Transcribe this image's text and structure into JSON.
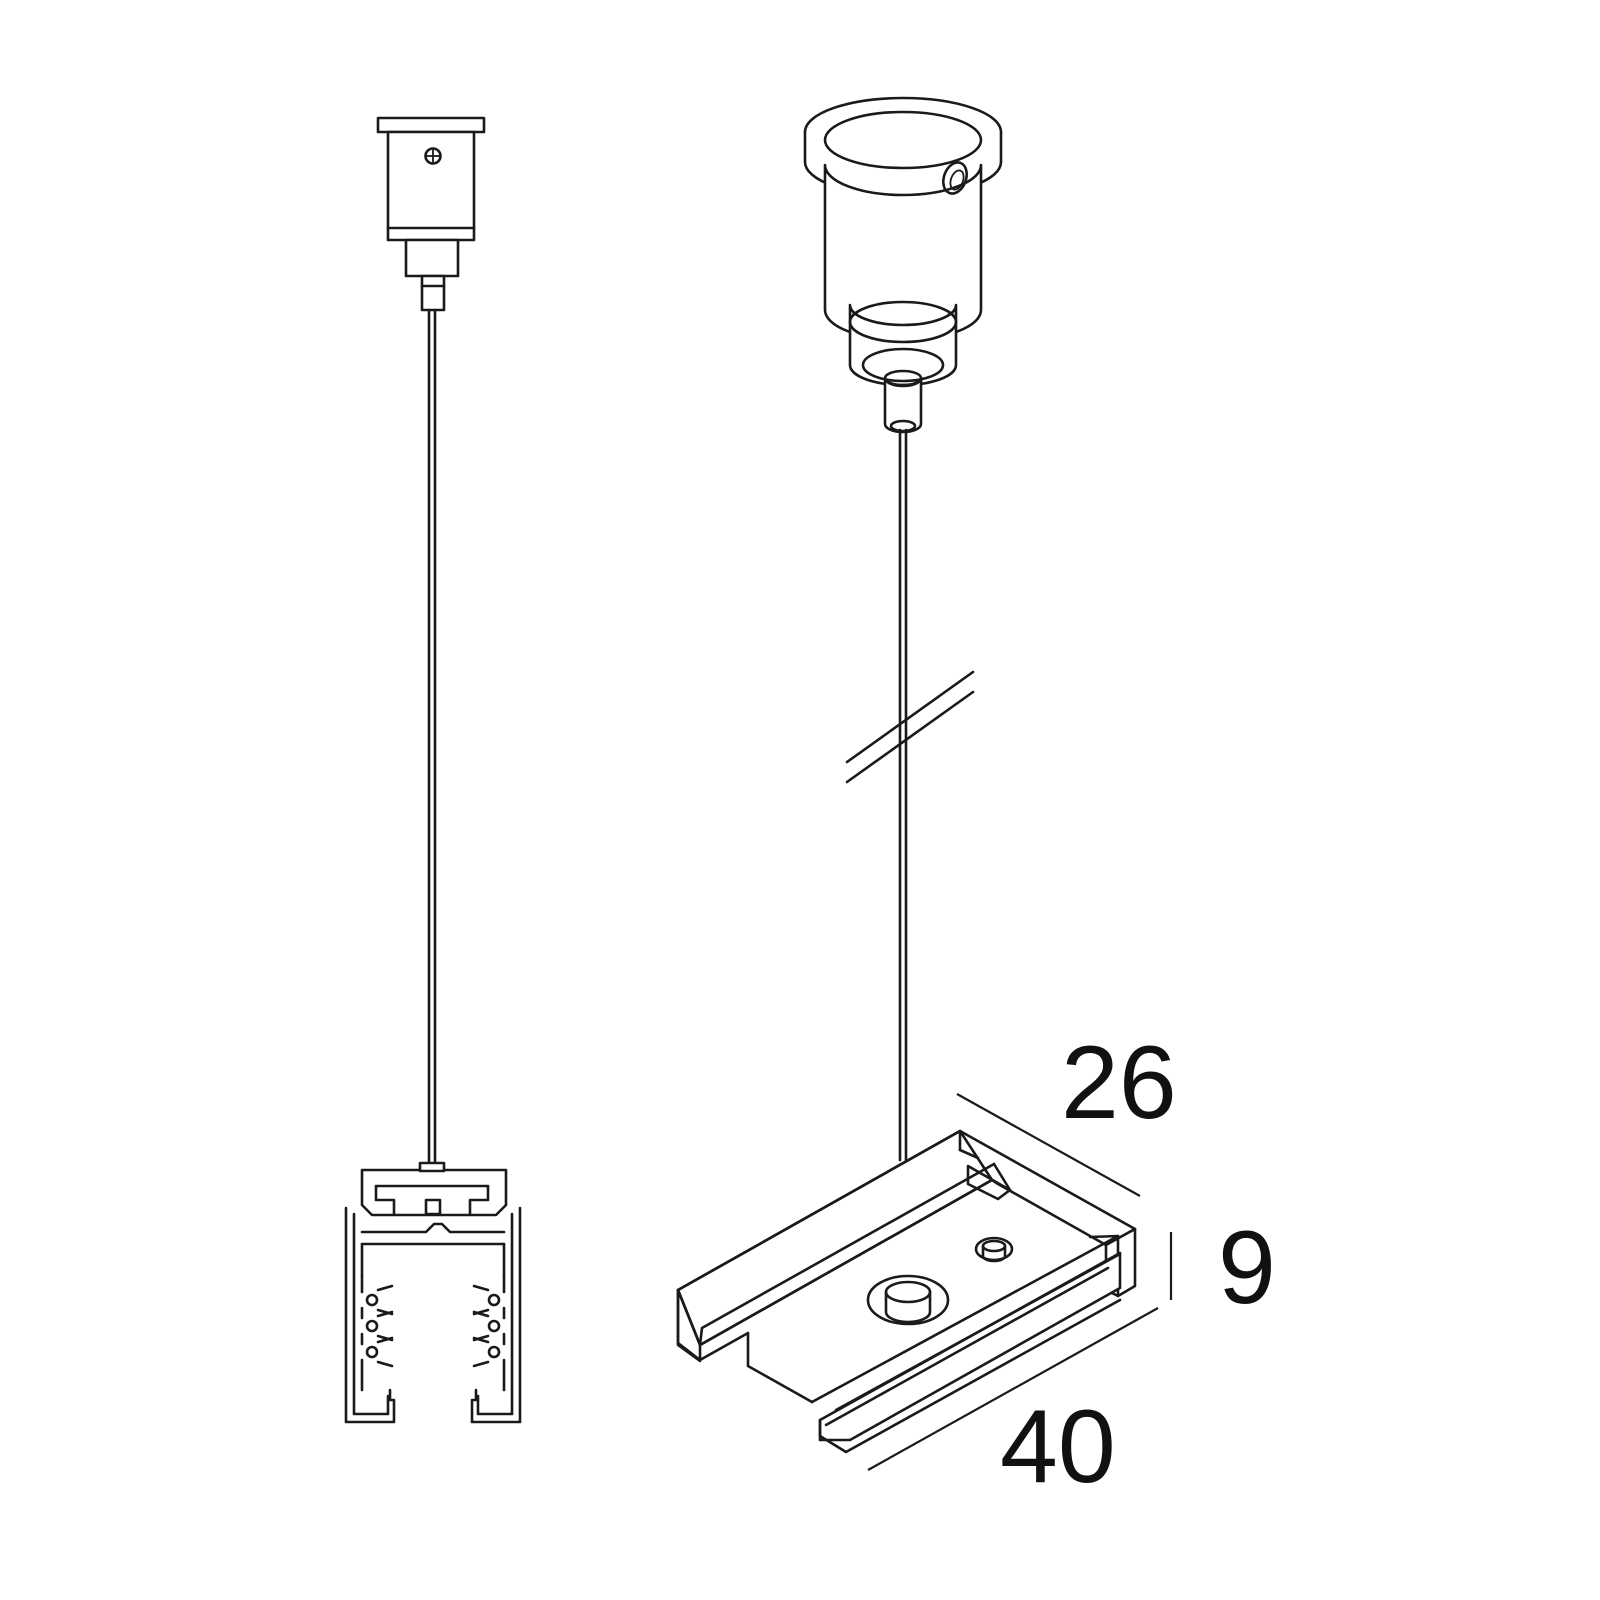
{
  "dimensions": {
    "width": "26",
    "height": "9",
    "length": "40"
  }
}
